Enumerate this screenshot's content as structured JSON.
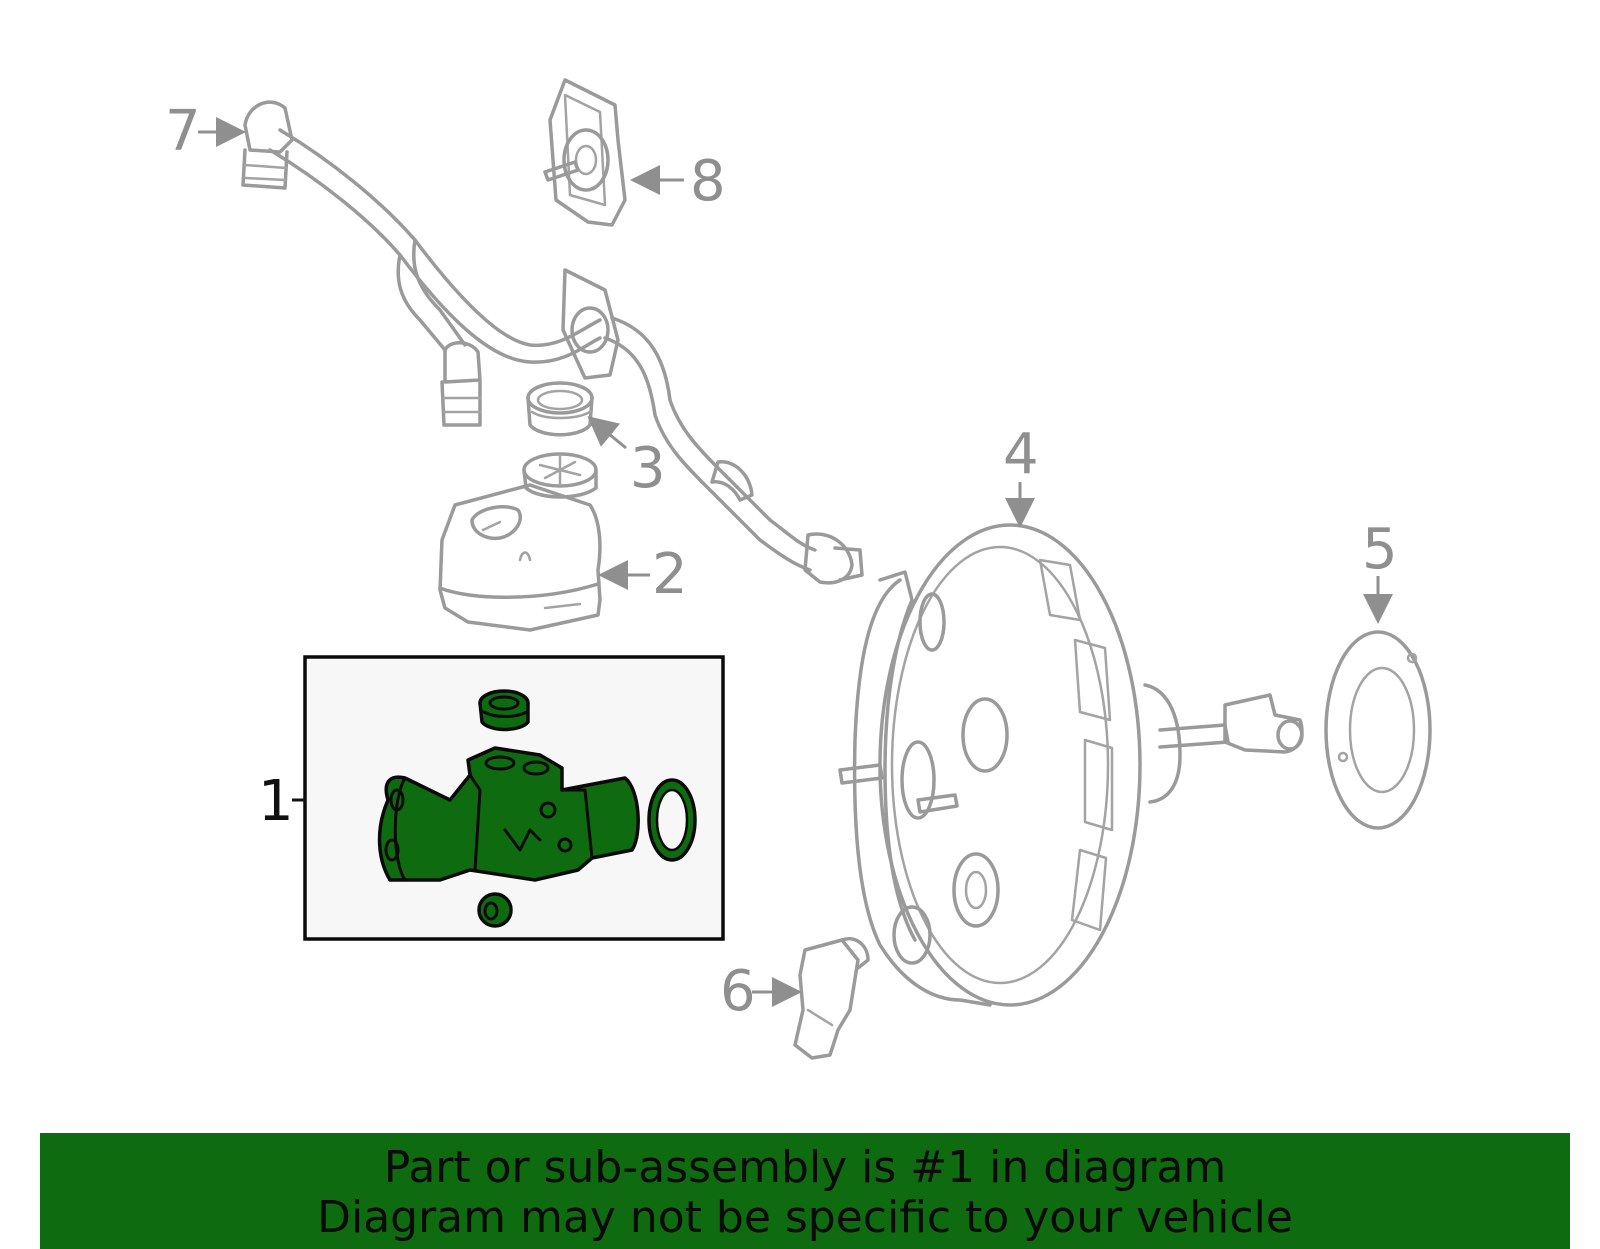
{
  "callouts": {
    "c1": "1",
    "c2": "2",
    "c3": "3",
    "c4": "4",
    "c5": "5",
    "c6": "6",
    "c7": "7",
    "c8": "8"
  },
  "banner": {
    "line1": "Part or sub-assembly is #1 in diagram",
    "line2": "Diagram may not be specific to your vehicle"
  },
  "colors": {
    "highlight": "#0f6b0f",
    "outline": "#9a9a9a",
    "banner_bg": "#0f6b0f"
  }
}
